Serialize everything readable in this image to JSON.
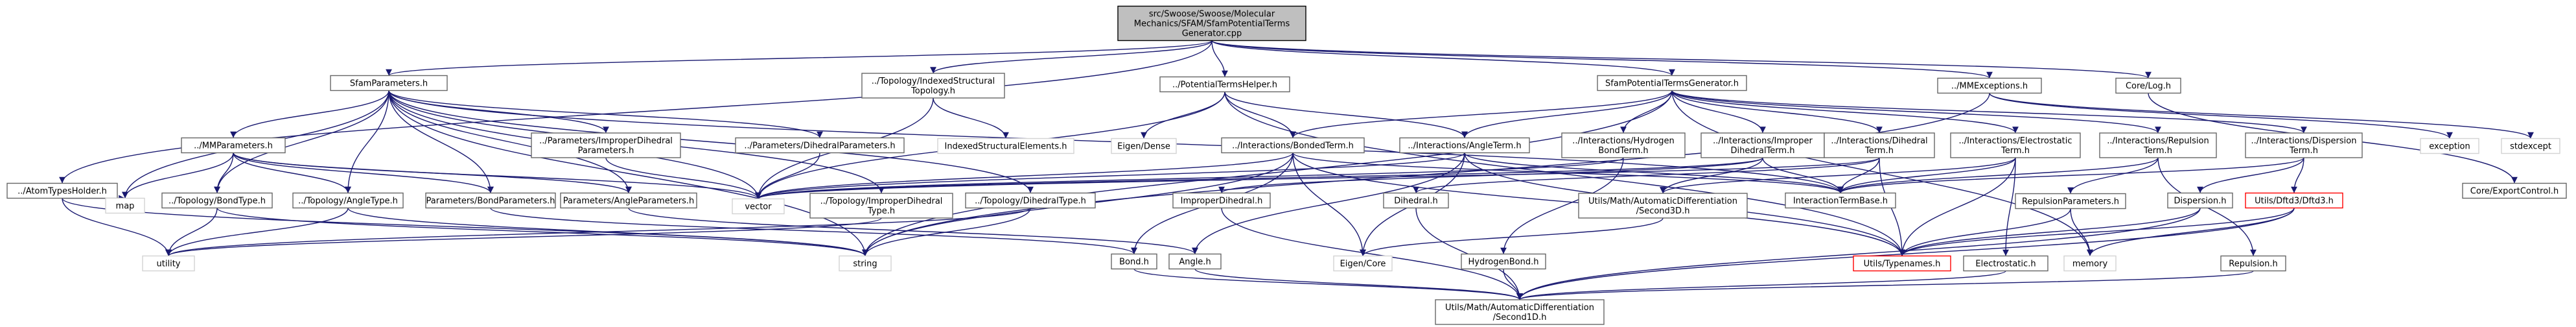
{
  "colors": {
    "edge": "#191970",
    "node_border": "#666666",
    "node_fill": "#ffffff",
    "root_fill": "#bfbfbf",
    "root_border": "#000000",
    "system_border": "#d3d3d3",
    "system_text": "#7f7f7f",
    "missing_border": "#ff0000"
  },
  "nodes": [
    {
      "id": "root",
      "lines": [
        "src/Swoose/Swoose/Molecular",
        "Mechanics/SFAM/SfamPotentialTerms",
        "Generator.cpp"
      ],
      "kind": "root"
    },
    {
      "id": "sfamparameters",
      "lines": [
        "SfamParameters.h"
      ],
      "kind": "file"
    },
    {
      "id": "indexedstructuraltopology",
      "lines": [
        "../Topology/IndexedStructural",
        "Topology.h"
      ],
      "kind": "file"
    },
    {
      "id": "potentialtermshelper",
      "lines": [
        "../PotentialTermsHelper.h"
      ],
      "kind": "file"
    },
    {
      "id": "sfampotentialtermsgenerator",
      "lines": [
        "SfamPotentialTermsGenerator.h"
      ],
      "kind": "file"
    },
    {
      "id": "mmexceptions",
      "lines": [
        "../MMExceptions.h"
      ],
      "kind": "file"
    },
    {
      "id": "corelog",
      "lines": [
        "Core/Log.h"
      ],
      "kind": "file"
    },
    {
      "id": "atomtypesholder",
      "lines": [
        "../AtomTypesHolder.h"
      ],
      "kind": "file"
    },
    {
      "id": "mmparameters",
      "lines": [
        "../MMParameters.h"
      ],
      "kind": "file"
    },
    {
      "id": "improperdihedralparameters",
      "lines": [
        "../Parameters/ImproperDihedral",
        "Parameters.h"
      ],
      "kind": "file"
    },
    {
      "id": "dihedralparameters",
      "lines": [
        "../Parameters/DihedralParameters.h"
      ],
      "kind": "file"
    },
    {
      "id": "indexedstructuralelements",
      "lines": [
        "IndexedStructuralElements.h"
      ],
      "kind": "system"
    },
    {
      "id": "eigendense",
      "lines": [
        "Eigen/Dense"
      ],
      "kind": "system"
    },
    {
      "id": "bondedterm",
      "lines": [
        "../Interactions/BondedTerm.h"
      ],
      "kind": "file"
    },
    {
      "id": "angleterm",
      "lines": [
        "../Interactions/AngleTerm.h"
      ],
      "kind": "file"
    },
    {
      "id": "hydrogenbondterm",
      "lines": [
        "../Interactions/Hydrogen",
        "BondTerm.h"
      ],
      "kind": "file"
    },
    {
      "id": "improperdihedralterm",
      "lines": [
        "../Interactions/Improper",
        "DihedralTerm.h"
      ],
      "kind": "file"
    },
    {
      "id": "dihedralterm",
      "lines": [
        "../Interactions/Dihedral",
        "Term.h"
      ],
      "kind": "file"
    },
    {
      "id": "electrostaticterm",
      "lines": [
        "../Interactions/Electrostatic",
        "Term.h"
      ],
      "kind": "file"
    },
    {
      "id": "repulsionterm",
      "lines": [
        "../Interactions/Repulsion",
        "Term.h"
      ],
      "kind": "file"
    },
    {
      "id": "dispersionterm",
      "lines": [
        "../Interactions/Dispersion",
        "Term.h"
      ],
      "kind": "file"
    },
    {
      "id": "exception",
      "lines": [
        "exception"
      ],
      "kind": "system"
    },
    {
      "id": "stdexcept",
      "lines": [
        "stdexcept"
      ],
      "kind": "system"
    },
    {
      "id": "coreexportcontrol",
      "lines": [
        "Core/ExportControl.h"
      ],
      "kind": "file"
    },
    {
      "id": "map",
      "lines": [
        "map"
      ],
      "kind": "system"
    },
    {
      "id": "topologybondtype",
      "lines": [
        "../Topology/BondType.h"
      ],
      "kind": "file"
    },
    {
      "id": "topologyangletype",
      "lines": [
        "../Topology/AngleType.h"
      ],
      "kind": "file"
    },
    {
      "id": "bondparameters",
      "lines": [
        "Parameters/BondParameters.h"
      ],
      "kind": "file"
    },
    {
      "id": "angleparameters",
      "lines": [
        "Parameters/AngleParameters.h"
      ],
      "kind": "file"
    },
    {
      "id": "vector",
      "lines": [
        "vector"
      ],
      "kind": "system"
    },
    {
      "id": "topologyimproperdihedraltype",
      "lines": [
        "../Topology/ImproperDihedral",
        "Type.h"
      ],
      "kind": "file"
    },
    {
      "id": "topologydihedraltype",
      "lines": [
        "../Topology/DihedralType.h"
      ],
      "kind": "file"
    },
    {
      "id": "improperdihedral",
      "lines": [
        "ImproperDihedral.h"
      ],
      "kind": "file"
    },
    {
      "id": "dihedral",
      "lines": [
        "Dihedral.h"
      ],
      "kind": "file"
    },
    {
      "id": "second3d",
      "lines": [
        "Utils/Math/AutomaticDifferentiation",
        "/Second3D.h"
      ],
      "kind": "file"
    },
    {
      "id": "interactiontermbase",
      "lines": [
        "InteractionTermBase.h"
      ],
      "kind": "file"
    },
    {
      "id": "repulsionparameters",
      "lines": [
        "RepulsionParameters.h"
      ],
      "kind": "file"
    },
    {
      "id": "dispersion",
      "lines": [
        "Dispersion.h"
      ],
      "kind": "file"
    },
    {
      "id": "dftd3",
      "lines": [
        "Utils/Dftd3/Dftd3.h"
      ],
      "kind": "missing"
    },
    {
      "id": "utility",
      "lines": [
        "utility"
      ],
      "kind": "system"
    },
    {
      "id": "string",
      "lines": [
        "string"
      ],
      "kind": "system"
    },
    {
      "id": "bond",
      "lines": [
        "Bond.h"
      ],
      "kind": "file"
    },
    {
      "id": "angle",
      "lines": [
        "Angle.h"
      ],
      "kind": "file"
    },
    {
      "id": "eigencore",
      "lines": [
        "Eigen/Core"
      ],
      "kind": "system"
    },
    {
      "id": "hydrogenbond",
      "lines": [
        "HydrogenBond.h"
      ],
      "kind": "file"
    },
    {
      "id": "typenames",
      "lines": [
        "Utils/Typenames.h"
      ],
      "kind": "missing"
    },
    {
      "id": "electrostatic",
      "lines": [
        "Electrostatic.h"
      ],
      "kind": "file"
    },
    {
      "id": "memory",
      "lines": [
        "memory"
      ],
      "kind": "system"
    },
    {
      "id": "repulsion",
      "lines": [
        "Repulsion.h"
      ],
      "kind": "file"
    },
    {
      "id": "second1d",
      "lines": [
        "Utils/Math/AutomaticDifferentiation",
        "/Second1D.h"
      ],
      "kind": "file"
    }
  ],
  "edges": [
    [
      "root",
      "sfamparameters"
    ],
    [
      "root",
      "indexedstructuraltopology"
    ],
    [
      "root",
      "potentialtermshelper"
    ],
    [
      "root",
      "sfampotentialtermsgenerator"
    ],
    [
      "root",
      "mmexceptions"
    ],
    [
      "root",
      "corelog"
    ],
    [
      "root",
      "atomtypesholder"
    ],
    [
      "sfamparameters",
      "mmparameters"
    ],
    [
      "sfamparameters",
      "improperdihedralparameters"
    ],
    [
      "sfamparameters",
      "dihedralparameters"
    ],
    [
      "sfamparameters",
      "map"
    ],
    [
      "sfamparameters",
      "topologybondtype"
    ],
    [
      "sfamparameters",
      "topologyangletype"
    ],
    [
      "sfamparameters",
      "bondparameters"
    ],
    [
      "sfamparameters",
      "angleparameters"
    ],
    [
      "sfamparameters",
      "vector"
    ],
    [
      "sfamparameters",
      "topologydihedraltype"
    ],
    [
      "sfamparameters",
      "topologyimproperdihedraltype"
    ],
    [
      "sfamparameters",
      "string"
    ],
    [
      "sfamparameters",
      "interactiontermbase"
    ],
    [
      "indexedstructuraltopology",
      "indexedstructuralelements"
    ],
    [
      "indexedstructuraltopology",
      "vector"
    ],
    [
      "potentialtermshelper",
      "eigendense"
    ],
    [
      "potentialtermshelper",
      "bondedterm"
    ],
    [
      "potentialtermshelper",
      "angleterm"
    ],
    [
      "potentialtermshelper",
      "vector"
    ],
    [
      "potentialtermshelper",
      "typenames"
    ],
    [
      "sfampotentialtermsgenerator",
      "bondedterm"
    ],
    [
      "sfampotentialtermsgenerator",
      "angleterm"
    ],
    [
      "sfampotentialtermsgenerator",
      "hydrogenbondterm"
    ],
    [
      "sfampotentialtermsgenerator",
      "improperdihedralterm"
    ],
    [
      "sfampotentialtermsgenerator",
      "dihedralterm"
    ],
    [
      "sfampotentialtermsgenerator",
      "electrostaticterm"
    ],
    [
      "sfampotentialtermsgenerator",
      "repulsionterm"
    ],
    [
      "sfampotentialtermsgenerator",
      "dispersionterm"
    ],
    [
      "sfampotentialtermsgenerator",
      "string"
    ],
    [
      "sfampotentialtermsgenerator",
      "memory"
    ],
    [
      "mmexceptions",
      "exception"
    ],
    [
      "mmexceptions",
      "stdexcept"
    ],
    [
      "mmexceptions",
      "string"
    ],
    [
      "corelog",
      "coreexportcontrol"
    ],
    [
      "atomtypesholder",
      "map"
    ],
    [
      "atomtypesholder",
      "string"
    ],
    [
      "atomtypesholder",
      "utility"
    ],
    [
      "mmparameters",
      "map"
    ],
    [
      "mmparameters",
      "topologybondtype"
    ],
    [
      "mmparameters",
      "topologyangletype"
    ],
    [
      "mmparameters",
      "bondparameters"
    ],
    [
      "mmparameters",
      "angleparameters"
    ],
    [
      "mmparameters",
      "vector"
    ],
    [
      "improperdihedralparameters",
      "vector"
    ],
    [
      "dihedralparameters",
      "vector"
    ],
    [
      "bondedterm",
      "bond"
    ],
    [
      "bondedterm",
      "interactiontermbase"
    ],
    [
      "bondedterm",
      "vector"
    ],
    [
      "bondedterm",
      "typenames"
    ],
    [
      "bondedterm",
      "string"
    ],
    [
      "angleterm",
      "angle"
    ],
    [
      "angleterm",
      "interactiontermbase"
    ],
    [
      "angleterm",
      "vector"
    ],
    [
      "angleterm",
      "typenames"
    ],
    [
      "hydrogenbondterm",
      "hydrogenbond"
    ],
    [
      "hydrogenbondterm",
      "vector"
    ],
    [
      "improperdihedralterm",
      "improperdihedral"
    ],
    [
      "improperdihedralterm",
      "interactiontermbase"
    ],
    [
      "improperdihedralterm",
      "vector"
    ],
    [
      "improperdihedralterm",
      "second3d"
    ],
    [
      "dihedralterm",
      "dihedral"
    ],
    [
      "dihedralterm",
      "interactiontermbase"
    ],
    [
      "dihedralterm",
      "vector"
    ],
    [
      "dihedralterm",
      "typenames"
    ],
    [
      "electrostaticterm",
      "electrostatic"
    ],
    [
      "electrostaticterm",
      "interactiontermbase"
    ],
    [
      "electrostaticterm",
      "typenames"
    ],
    [
      "repulsionterm",
      "repulsionparameters"
    ],
    [
      "repulsionterm",
      "interactiontermbase"
    ],
    [
      "repulsionterm",
      "repulsion"
    ],
    [
      "dispersionterm",
      "dispersion"
    ],
    [
      "dispersionterm",
      "dftd3"
    ],
    [
      "dispersionterm",
      "interactiontermbase"
    ],
    [
      "topologybondtype",
      "utility"
    ],
    [
      "topologybondtype",
      "string"
    ],
    [
      "topologyangletype",
      "utility"
    ],
    [
      "topologyangletype",
      "string"
    ],
    [
      "topologyimproperdihedraltype",
      "utility"
    ],
    [
      "topologydihedraltype",
      "utility"
    ],
    [
      "topologydihedraltype",
      "string"
    ],
    [
      "bondparameters",
      "bond"
    ],
    [
      "angleparameters",
      "angle"
    ],
    [
      "improperdihedral",
      "second1d"
    ],
    [
      "dihedral",
      "second1d"
    ],
    [
      "bond",
      "second1d"
    ],
    [
      "angle",
      "second1d"
    ],
    [
      "hydrogenbond",
      "second1d"
    ],
    [
      "electrostatic",
      "second1d"
    ],
    [
      "repulsion",
      "second1d"
    ],
    [
      "dispersion",
      "second1d"
    ],
    [
      "dftd3",
      "second1d"
    ],
    [
      "second3d",
      "eigencore"
    ],
    [
      "repulsionparameters",
      "typenames"
    ],
    [
      "repulsionparameters",
      "memory"
    ],
    [
      "dispersion",
      "typenames"
    ],
    [
      "dftd3",
      "typenames"
    ],
    [
      "dftd3",
      "memory"
    ],
    [
      "bondedterm",
      "eigencore"
    ],
    [
      "angleterm",
      "eigencore"
    ],
    [
      "electrostaticterm",
      "second3d"
    ]
  ]
}
